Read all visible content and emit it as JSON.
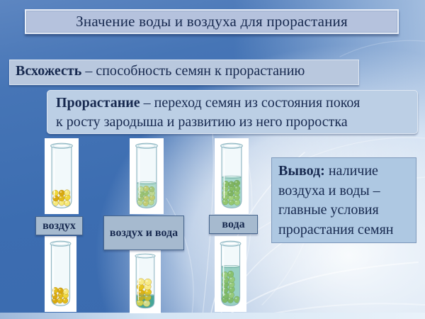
{
  "slide": {
    "title": "Значение воды и воздуха для прорастания"
  },
  "definitions": [
    {
      "term": "Всхожесть",
      "definition": " – способность семян к прорастанию"
    },
    {
      "term": "Прорастание",
      "definition_lines": [
        " – переход семян из состояния покоя",
        "к росту зародыша и развитию из него проростка"
      ]
    }
  ],
  "conclusion": {
    "term": "Вывод:",
    "rest": " наличие воздуха и воды – главные условия прорастания семян"
  },
  "tube_labels": [
    {
      "text": "воздух"
    },
    {
      "text": "воздух и вода"
    },
    {
      "text": "вода"
    }
  ],
  "experiment_tubes": [
    {
      "name": "air-only-dry-seeds-top",
      "seed_level": 0.34,
      "seed_radius": 4.3,
      "palette": [
        "#f0d83a",
        "#e2bb1c",
        "#d9a90f",
        "#f6e878"
      ],
      "seed_stroke": "#a87d08",
      "water_level": 0,
      "water_color": "#a8d6c8",
      "water_front_alpha": 0
    },
    {
      "name": "air-and-water-seeds-top",
      "seed_level": 0.37,
      "seed_radius": 4.1,
      "palette": [
        "#d2c63e",
        "#a4bc47",
        "#c9d86e",
        "#8fb53f"
      ],
      "seed_stroke": "#71861f",
      "water_level": 0.42,
      "water_color": "#aad8c9",
      "water_front_alpha": 0.38
    },
    {
      "name": "water-covered-seeds-top",
      "seed_level": 0.46,
      "seed_radius": 4.3,
      "palette": [
        "#8fbf3f",
        "#6fa32a",
        "#a5cf57",
        "#7fb433"
      ],
      "seed_stroke": "#4a7416",
      "water_level": 0.52,
      "water_color": "#9ed3c5",
      "water_front_alpha": 0.35
    },
    {
      "name": "air-only-dry-seeds-bottom",
      "seed_level": 0.34,
      "seed_radius": 4.3,
      "palette": [
        "#f0d83a",
        "#e2bb1c",
        "#d9a90f",
        "#f6e878"
      ],
      "seed_stroke": "#a87d08",
      "water_level": 0,
      "water_color": "#a8d6c8",
      "water_front_alpha": 0
    },
    {
      "name": "air-and-water-swollen-seeds-bottom",
      "seed_level": 0.64,
      "seed_radius": 5.7,
      "palette": [
        "#f2dd45",
        "#e7c41f",
        "#f7ea85",
        "#ddb213"
      ],
      "seed_stroke": "#a87d08",
      "water_level": 0.26,
      "water_color": "#2f9b8a",
      "water_front_alpha": 0.18
    },
    {
      "name": "water-covered-seeds-bottom",
      "seed_level": 0.6,
      "seed_radius": 4.7,
      "palette": [
        "#85b93a",
        "#649c24",
        "#9cc84f",
        "#76ad2f"
      ],
      "seed_stroke": "#456e12",
      "water_level": 0.66,
      "water_color": "#8fccbd",
      "water_front_alpha": 0.4
    }
  ],
  "colors": {
    "text": "#17294f",
    "title_box_fill": "#b5c2dd",
    "definition_box_fill": "#b9c8de",
    "conclusion_box_fill": "#aec8e2",
    "label_box_fill": "#a6bacf",
    "label_box_border": "#46648c",
    "sky_deep": "#3c6db1",
    "sky_light": "#d9e5f2"
  }
}
